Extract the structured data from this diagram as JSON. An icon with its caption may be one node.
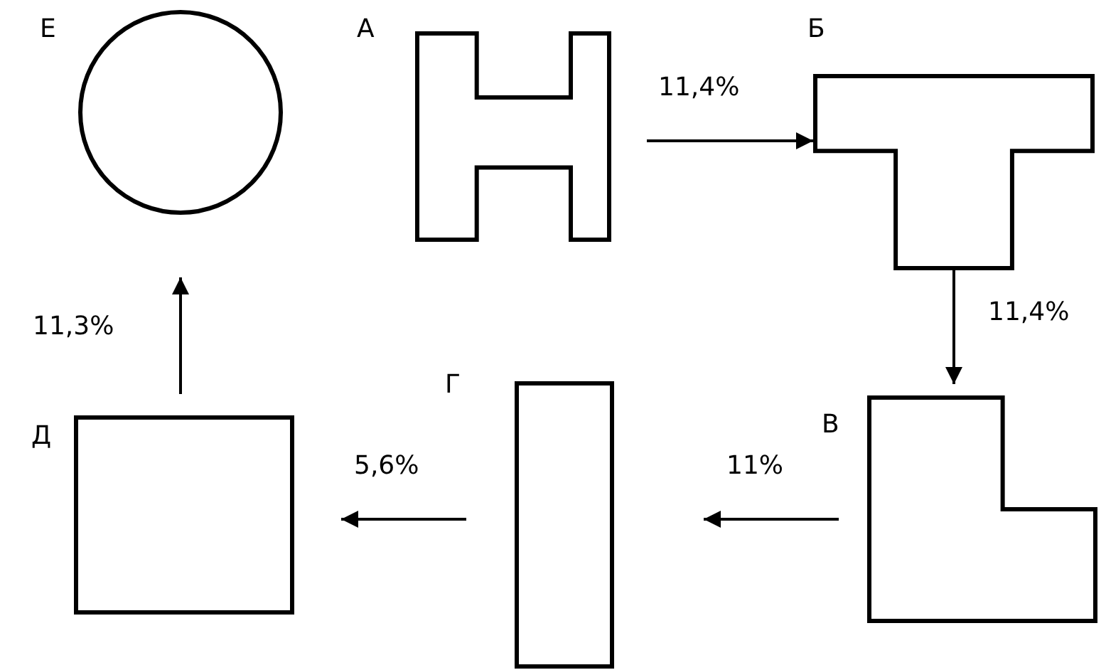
{
  "diagram": {
    "nodes": [
      {
        "text": [],
        "shape": "circle",
        "beside": [
          "Е"
        ]
      },
      {
        "text": [],
        "shape": "h-shape",
        "beside": [
          "А"
        ]
      },
      {
        "text": [],
        "shape": "t-shape",
        "beside": [
          "Б"
        ]
      },
      {
        "text": [],
        "shape": "l-shape",
        "beside": [
          "В"
        ]
      },
      {
        "text": [],
        "shape": "box",
        "beside": [
          "Г"
        ]
      },
      {
        "text": [],
        "shape": "box",
        "beside": [
          "Д"
        ]
      }
    ],
    "edges": [
      {
        "from": 1,
        "to": 2,
        "arrow": "to",
        "label": "11,4%"
      },
      {
        "from": 2,
        "to": 3,
        "arrow": "to",
        "label": "11,4%"
      },
      {
        "from": 3,
        "to": 4,
        "arrow": "to",
        "label": "11%"
      },
      {
        "from": 4,
        "to": 5,
        "arrow": "to",
        "label": "5,6%"
      },
      {
        "from": 5,
        "to": 0,
        "arrow": "to",
        "label": "11,3%"
      }
    ]
  }
}
